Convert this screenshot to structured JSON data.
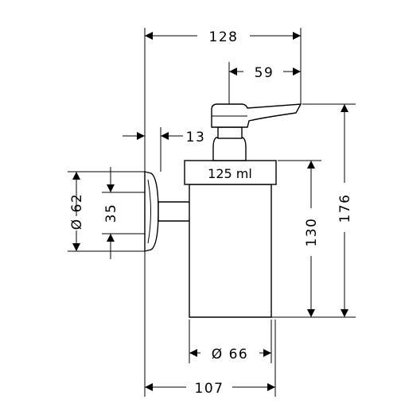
{
  "drawing": {
    "capacity_label": "125 ml",
    "dimensions": {
      "total_depth": "128",
      "pump_spout": "59",
      "wall_plate_offset": "13",
      "plate_diameter": "Ø 62",
      "plate_hole_spacing": "35",
      "glass_height": "130",
      "total_height": "176",
      "glass_diameter": "Ø 66",
      "bottom_depth": "107"
    }
  }
}
